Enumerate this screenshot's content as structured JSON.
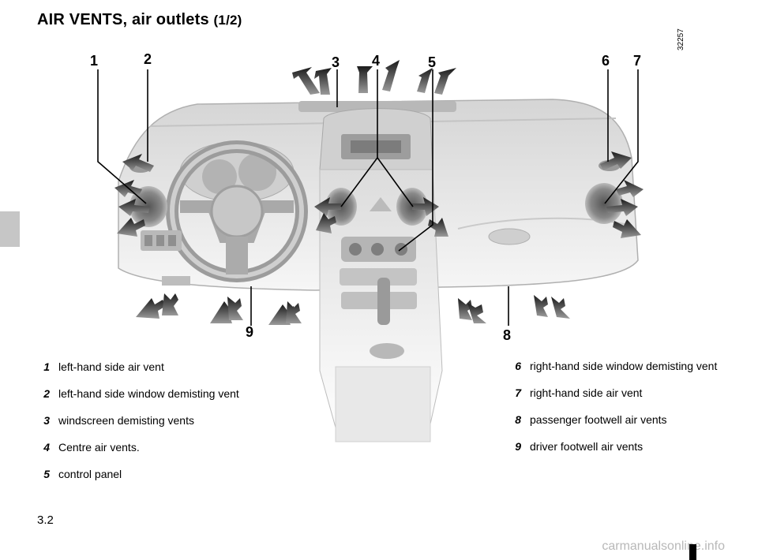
{
  "header": {
    "title_main": "AIR VENTS, air outlets",
    "title_sub": "(1/2)"
  },
  "figure": {
    "code": "32257",
    "callouts": [
      "1",
      "2",
      "3",
      "4",
      "5",
      "6",
      "7",
      "8",
      "9"
    ]
  },
  "legend": {
    "left": [
      {
        "num": "1",
        "text": "left-hand side air vent"
      },
      {
        "num": "2",
        "text": "left-hand side window demisting vent"
      },
      {
        "num": "3",
        "text": "windscreen demisting vents"
      },
      {
        "num": "4",
        "text": "Centre air vents."
      },
      {
        "num": "5",
        "text": "control panel"
      }
    ],
    "right": [
      {
        "num": "6",
        "text": "right-hand side window demisting vent"
      },
      {
        "num": "7",
        "text": "right-hand side air vent"
      },
      {
        "num": "8",
        "text": "passenger footwell air vents"
      },
      {
        "num": "9",
        "text": "driver footwell air vents"
      }
    ]
  },
  "footer": {
    "page": "3.2",
    "watermark": "carmanualsonline.info"
  },
  "colors": {
    "dash_light": "#e6e6e6",
    "dash_mid": "#bdbdbd",
    "dash_dark": "#8a8a8a",
    "side_tab": "#c6c6c6"
  }
}
